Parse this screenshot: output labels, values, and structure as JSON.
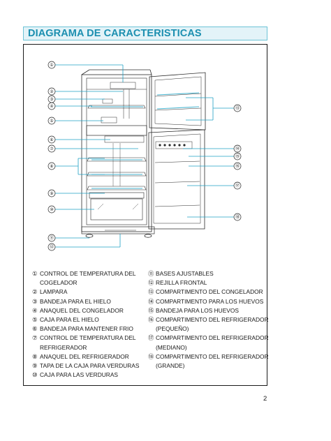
{
  "page": {
    "title": "DIAGRAMA DE CARACTERISTICAS",
    "page_number": "2"
  },
  "diagram": {
    "callouts": [
      "①",
      "②",
      "③",
      "④",
      "⑤",
      "⑥",
      "⑦",
      "⑧",
      "⑨",
      "⑩",
      "⑪",
      "⑫",
      "⑬",
      "⑭",
      "⑮",
      "⑯",
      "⑰",
      "⑱"
    ]
  },
  "legend": {
    "left": [
      {
        "n": "①",
        "lines": [
          "CONTROL DE TEMPERATURA DEL",
          "COGELADOR"
        ]
      },
      {
        "n": "②",
        "lines": [
          "LAMPARA"
        ]
      },
      {
        "n": "③",
        "lines": [
          "BANDEJA PARA EL HIELO"
        ]
      },
      {
        "n": "④",
        "lines": [
          "ANAQUEL DEL CONGELADOR"
        ]
      },
      {
        "n": "⑤",
        "lines": [
          "CAJA PARA EL HIELO"
        ]
      },
      {
        "n": "⑥",
        "lines": [
          "BANDEJA PARA MANTENER FRIO"
        ]
      },
      {
        "n": "⑦",
        "lines": [
          "CONTROL DE TEMPERATURA DEL",
          "REFRIGERADOR"
        ]
      },
      {
        "n": "⑧",
        "lines": [
          "ANAQUEL DEL REFRIGERADOR"
        ]
      },
      {
        "n": "⑨",
        "lines": [
          "TAPA DE LA CAJA PARA VERDURAS"
        ]
      },
      {
        "n": "⑩",
        "lines": [
          "CAJA PARA LAS VERDURAS"
        ]
      }
    ],
    "right": [
      {
        "n": "⑪",
        "lines": [
          "BASES AJUSTABLES"
        ]
      },
      {
        "n": "⑫",
        "lines": [
          "REJILLA FRONTAL"
        ]
      },
      {
        "n": "⑬",
        "lines": [
          "COMPARTIMENTO DEL CONGELADOR"
        ]
      },
      {
        "n": "⑭",
        "lines": [
          "COMPARTIMENTO PARA LOS HUEVOS"
        ]
      },
      {
        "n": "⑮",
        "lines": [
          "BANDEJA PARA LOS HUEVOS"
        ]
      },
      {
        "n": "⑯",
        "lines": [
          "COMPARTIMENTO DEL REFRIGERADOR",
          "(PEQUEÑO)"
        ]
      },
      {
        "n": "⑰",
        "lines": [
          "COMPARTIMENTO DEL REFRIGERADOR",
          "(MEDIANO)"
        ]
      },
      {
        "n": "⑱",
        "lines": [
          "COMPARTIMENTO DEL REFRIGERADOR",
          "(GRANDE)"
        ]
      }
    ]
  },
  "colors": {
    "accent": "#1c8fb0",
    "title_bg": "#e3f3f8",
    "leader": "#1fa0c4"
  }
}
